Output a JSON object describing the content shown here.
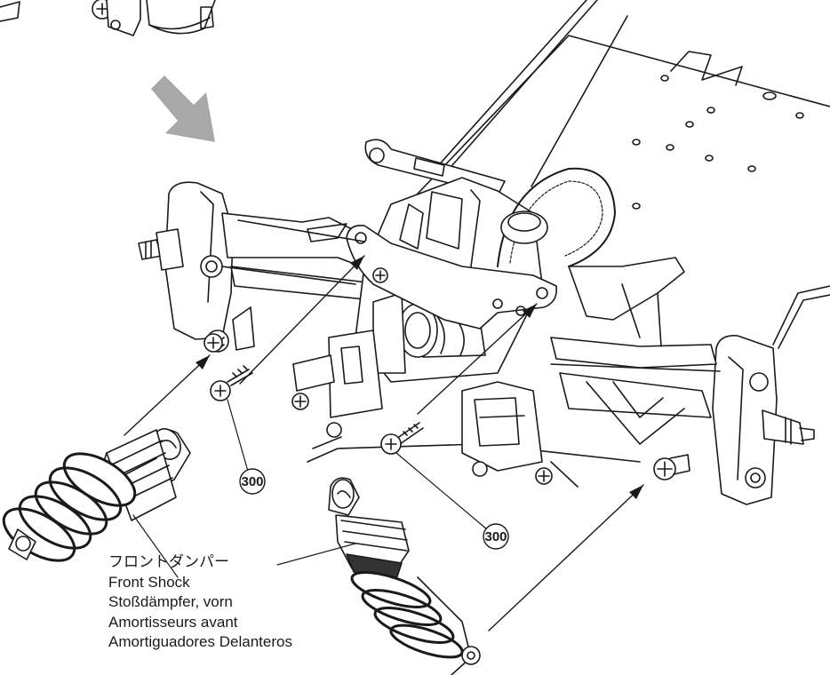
{
  "parts": {
    "screw_left": {
      "number": "300"
    },
    "screw_right": {
      "number": "300"
    }
  },
  "callout": {
    "lines": [
      "フロントダンパー",
      "Front Shock",
      "Stoßdämpfer, vorn",
      "Amortisseurs avant",
      "Amortiguadores Delanteros"
    ]
  },
  "colors": {
    "line": "#1a1a1a",
    "direction_arrow": "#a8a8a8",
    "background": "#ffffff"
  }
}
